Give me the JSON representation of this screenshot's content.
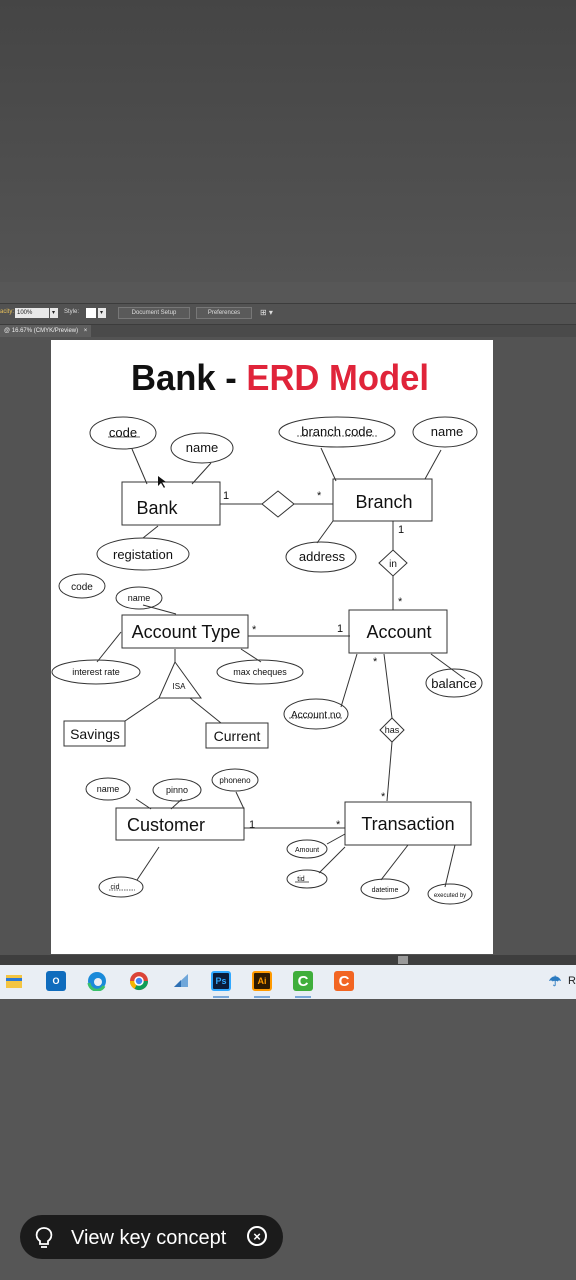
{
  "toolbar": {
    "opacity_label": "acity:",
    "opacity_value": "100%",
    "style_label": "Style:",
    "document_setup": "Document Setup",
    "preferences": "Preferences"
  },
  "doc_tab": {
    "title": "@ 16.67% (CMYK/Preview)",
    "close": "×"
  },
  "diagram": {
    "title_part1": "Bank - ",
    "title_part2": "ERD Model",
    "title_color1": "#111111",
    "title_color2": "#e0243a",
    "entities": {
      "bank": "Bank",
      "branch": "Branch",
      "account_type": "Account Type",
      "account": "Account",
      "savings": "Savings",
      "current": "Current",
      "customer": "Customer",
      "transaction": "Transaction"
    },
    "attributes": {
      "bank_code": "code",
      "bank_name": "name",
      "branch_code": "branch code",
      "branch_name": "name",
      "registation": "registation",
      "address": "address",
      "at_code": "code",
      "at_name": "name",
      "interest_rate": "interest rate",
      "max_cheques": "max cheques",
      "balance": "balance",
      "account_no": "Account no",
      "cust_name": "name",
      "pinno": "pinno",
      "phoneno": "phoneno",
      "cid": "cid",
      "amount": "Amount",
      "tid": "tid",
      "datetime": "datetime",
      "executed_by": "executed by"
    },
    "relationships": {
      "bank_branch": "",
      "in": "in",
      "isa": "ISA",
      "has": "has"
    },
    "cardinalities": {
      "bank_side": "1",
      "branch_side": "*",
      "branch_in": "1",
      "in_account": "*",
      "accounttype_side": "*",
      "account_side": "1",
      "account_has": "*",
      "has_transaction": "*",
      "customer_side": "1",
      "transaction_side": "*"
    }
  },
  "taskbar": {
    "icons": [
      "file-explorer-icon",
      "outlook-icon",
      "edge-icon",
      "chrome-icon",
      "app-icon",
      "photoshop-icon",
      "illustrator-icon",
      "camtasia-green-icon",
      "camtasia-orange-icon",
      "weather-icon"
    ],
    "ps_label": "Ps",
    "ai_label": "Ai",
    "c_label": "C",
    "c2_label": "C",
    "edge_text": "R"
  },
  "bottom": {
    "view_key_concept": "View key concept"
  }
}
